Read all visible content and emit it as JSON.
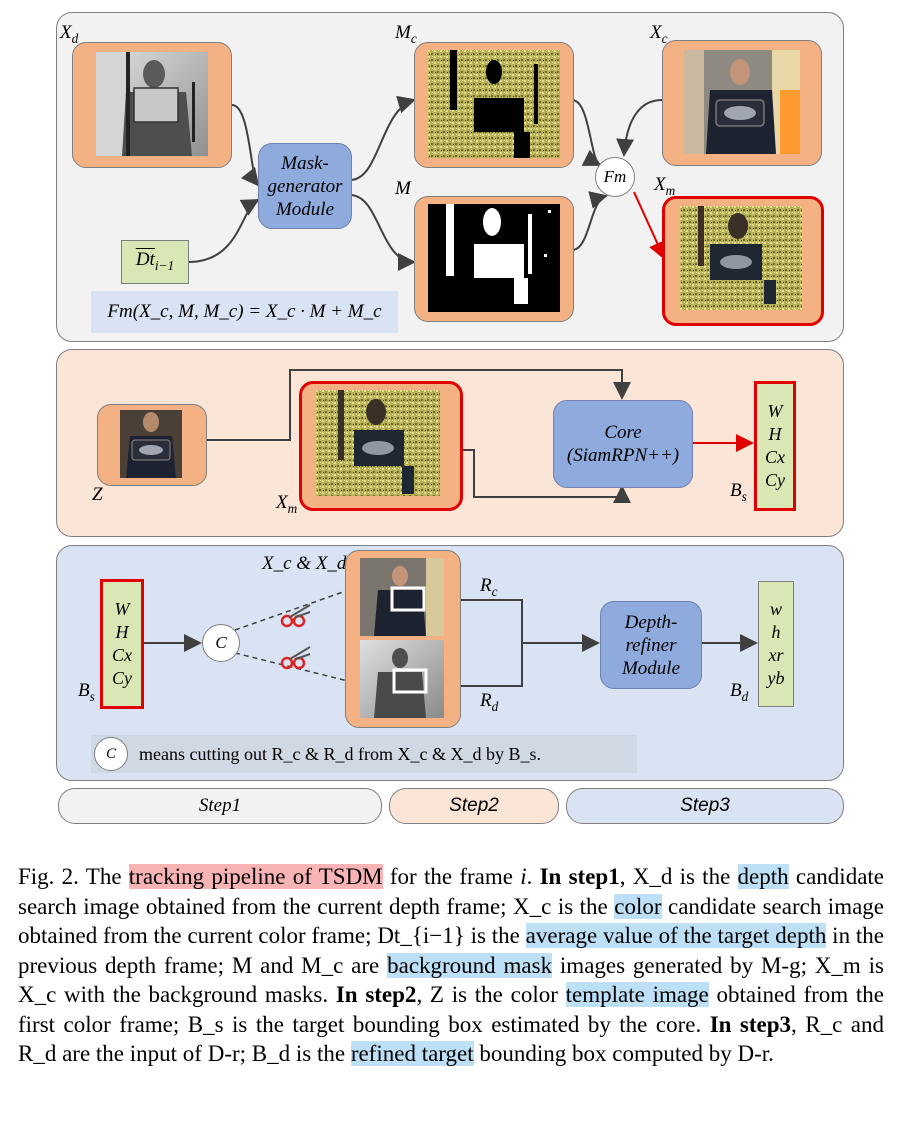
{
  "labels": {
    "xd": "X",
    "xd_sub": "d",
    "mc": "M",
    "mc_sub": "c",
    "xc": "X",
    "xc_sub": "c",
    "m": "M",
    "xm": "X",
    "xm_sub": "m",
    "dt": "Dt",
    "dt_sub": "i−1",
    "fm": "Fm",
    "z": "Z",
    "bs": "B",
    "bs_sub": "s",
    "bd": "B",
    "bd_sub": "d",
    "rc": "R",
    "rc_sub": "c",
    "rd": "R",
    "rd_sub": "d",
    "xc_xd": "X_c & X_d",
    "c": "C"
  },
  "modules": {
    "mask_generator": [
      "Mask-",
      "generator",
      "Module"
    ],
    "core": [
      "Core",
      "(SiamRPN++)"
    ],
    "depth_refiner": [
      "Depth-",
      "refiner",
      "Module"
    ]
  },
  "formula": "Fm(X_c, M, M_c) = X_c · M + M_c",
  "core_output": [
    "W",
    "H",
    "Cx",
    "Cy"
  ],
  "step3_input": [
    "W",
    "H",
    "Cx",
    "Cy"
  ],
  "refiner_output": [
    "w",
    "h",
    "xr",
    "yb"
  ],
  "note": "means cutting out R_c & R_d from X_c & X_d by B_s.",
  "steps": [
    "Step1",
    "Step2",
    "Step3"
  ],
  "colors": {
    "panel1": "#f2f2f2",
    "panel2": "#fbe5d6",
    "panel3": "#dae3f3",
    "frame": "#f4b183",
    "module": "#8faadc",
    "output": "#d9e7b5",
    "highlight_red": "#e00000"
  },
  "caption": {
    "fig": "Fig. 2. The ",
    "hl1": "tracking pipeline of TSDM",
    "t1": " for the frame ",
    "i": "i",
    "t2": ". ",
    "s1": "In step1",
    "t3": ", X_d is the ",
    "hl2": "depth",
    "t4": " candidate search image obtained from the current depth frame; X_c is the ",
    "hl3": "color",
    "t5": " candidate search image obtained from the current color frame; Dt_{i−1} is the ",
    "hl4": "average value of the target depth",
    "t6": " in the previous depth frame; M and M_c are ",
    "hl5": "background mask",
    "t7": " images generated by M-g; X_m is X_c with the background masks. ",
    "s2": "In step2",
    "t8": ", Z is the color ",
    "hl6": "template image",
    "t9": " obtained from the first color frame; B_s is the target bounding box estimated by the core. ",
    "s3": "In step3",
    "t10": ", R_c and R_d are the input of D-r; B_d is the ",
    "hl7": "refined target",
    "t11": " bounding box computed by D-r."
  }
}
